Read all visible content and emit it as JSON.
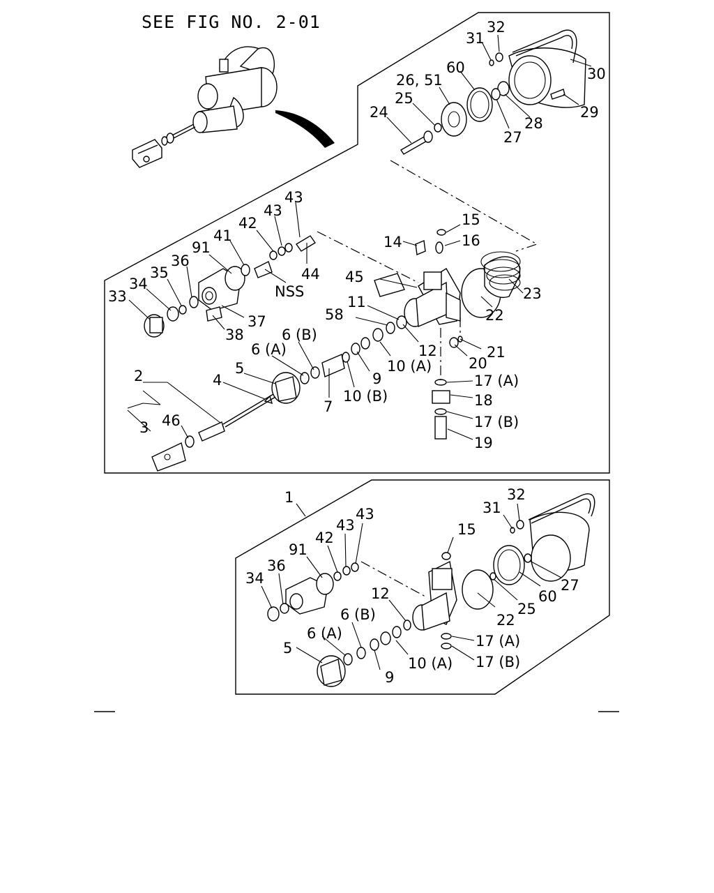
{
  "title": "SEE FIG NO. 2-01",
  "upper_labels": {
    "l31": "31",
    "l32": "32",
    "l30": "30",
    "l29": "29",
    "l28": "28",
    "l27": "27",
    "l60": "60",
    "l2651": "26, 51",
    "l25": "25",
    "l24": "24",
    "l15": "15",
    "l16": "16",
    "l14": "14",
    "l23": "23",
    "l22": "22",
    "l43a": "43",
    "l43b": "43",
    "l42": "42",
    "l41": "41",
    "l91": "91",
    "l36": "36",
    "l35": "35",
    "l34": "34",
    "l33": "33",
    "l44": "44",
    "lnss": "NSS",
    "l37": "37",
    "l38": "38",
    "l45": "45",
    "l11": "11",
    "l58": "58",
    "l12": "12",
    "l21": "21",
    "l20": "20",
    "l6b": "6 (B)",
    "l6a": "6 (A)",
    "l5": "5",
    "l4": "4",
    "l2": "2",
    "l46": "46",
    "l3": "3",
    "l7": "7",
    "l10b": "10 (B)",
    "l9": "9",
    "l10a": "10 (A)",
    "l17a": "17 (A)",
    "l18": "18",
    "l17b": "17 (B)",
    "l19": "19"
  },
  "lower_labels": {
    "l1": "1",
    "l31": "31",
    "l32": "32",
    "l15": "15",
    "l43a": "43",
    "l43b": "43",
    "l42": "42",
    "l91": "91",
    "l36": "36",
    "l34": "34",
    "l12": "12",
    "l6b": "6 (B)",
    "l6a": "6 (A)",
    "l5": "5",
    "l9": "9",
    "l10a": "10 (A)",
    "l17a": "17 (A)",
    "l17b": "17 (B)",
    "l22": "22",
    "l25": "25",
    "l60": "60",
    "l27": "27"
  }
}
